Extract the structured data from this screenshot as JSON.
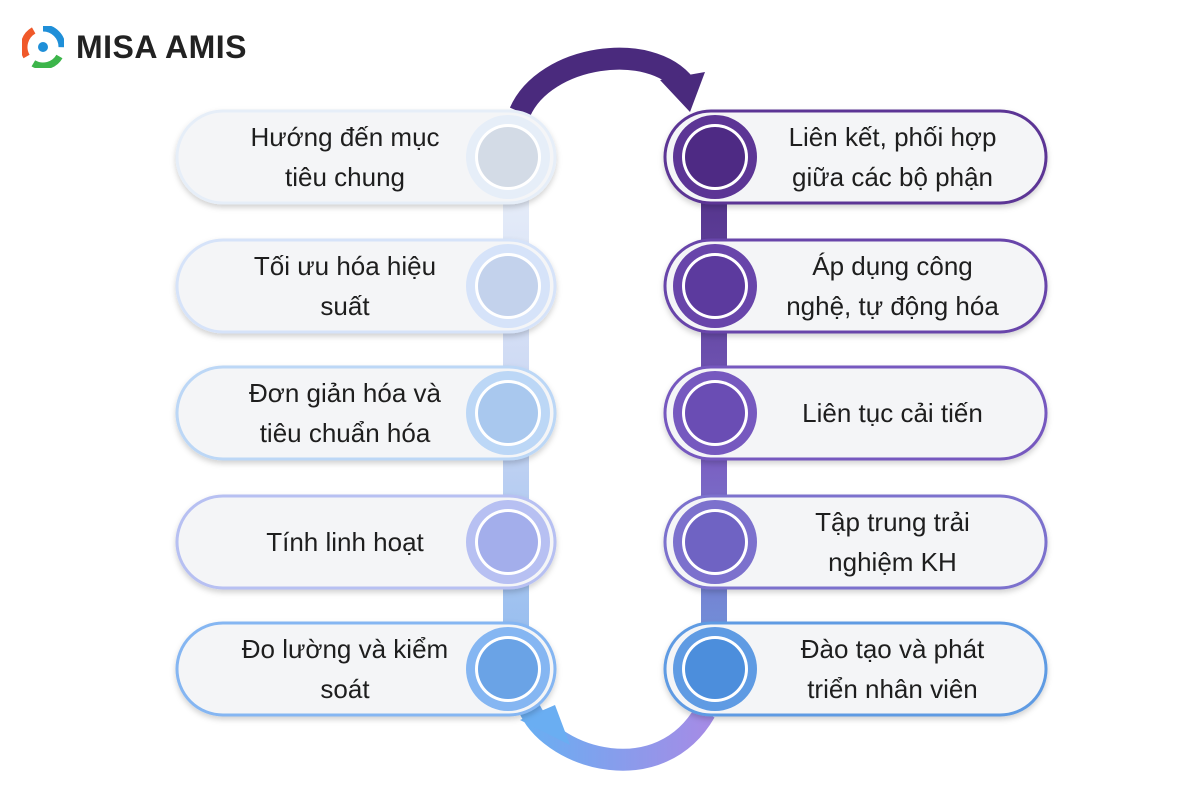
{
  "brand": {
    "name": "MISA AMIS",
    "icon": "misa-amis-logo-icon"
  },
  "left_items": [
    {
      "lines": [
        "Hướng đến mục",
        "tiêu chung"
      ],
      "dot_color": "#d3dbe6",
      "ring_color": "#e6eef8"
    },
    {
      "lines": [
        "Tối ưu hóa hiệu",
        "suất"
      ],
      "dot_color": "#c3d2ec",
      "ring_color": "#d6e3f9"
    },
    {
      "lines": [
        "Đơn giản hóa và",
        "tiêu chuẩn hóa"
      ],
      "dot_color": "#a9c8ee",
      "ring_color": "#bcd7f6"
    },
    {
      "lines": [
        "Tính linh hoạt"
      ],
      "dot_color": "#a3aeeb",
      "ring_color": "#b7c0f2"
    },
    {
      "lines": [
        "Đo lường và kiểm",
        "soát"
      ],
      "dot_color": "#6aa3e6",
      "ring_color": "#85b6f2"
    }
  ],
  "right_items": [
    {
      "lines": [
        "Liên kết, phối hợp",
        "giữa các bộ phận"
      ],
      "dot_color": "#4e2a84",
      "ring_color": "#5c3595"
    },
    {
      "lines": [
        "Áp dụng công",
        "nghệ, tự động hóa"
      ],
      "dot_color": "#5c3a9e",
      "ring_color": "#6845aa"
    },
    {
      "lines": [
        "Liên tục cải tiến"
      ],
      "dot_color": "#6a4db4",
      "ring_color": "#7659bf"
    },
    {
      "lines": [
        "Tập trung trải",
        "nghiệm KH"
      ],
      "dot_color": "#6f63c3",
      "ring_color": "#7c71cd"
    },
    {
      "lines": [
        "Đào tạo và phát",
        "triển nhân viên"
      ],
      "dot_color": "#4c8edc",
      "ring_color": "#5f9be3"
    }
  ],
  "colors": {
    "arrow_top": "#4a2a7d",
    "arrow_bottom_start": "#6aaef2",
    "arrow_bottom_end": "#9f8ce8",
    "connector_left": "#d9e4f4",
    "connector_right": "#6a4aa8"
  }
}
